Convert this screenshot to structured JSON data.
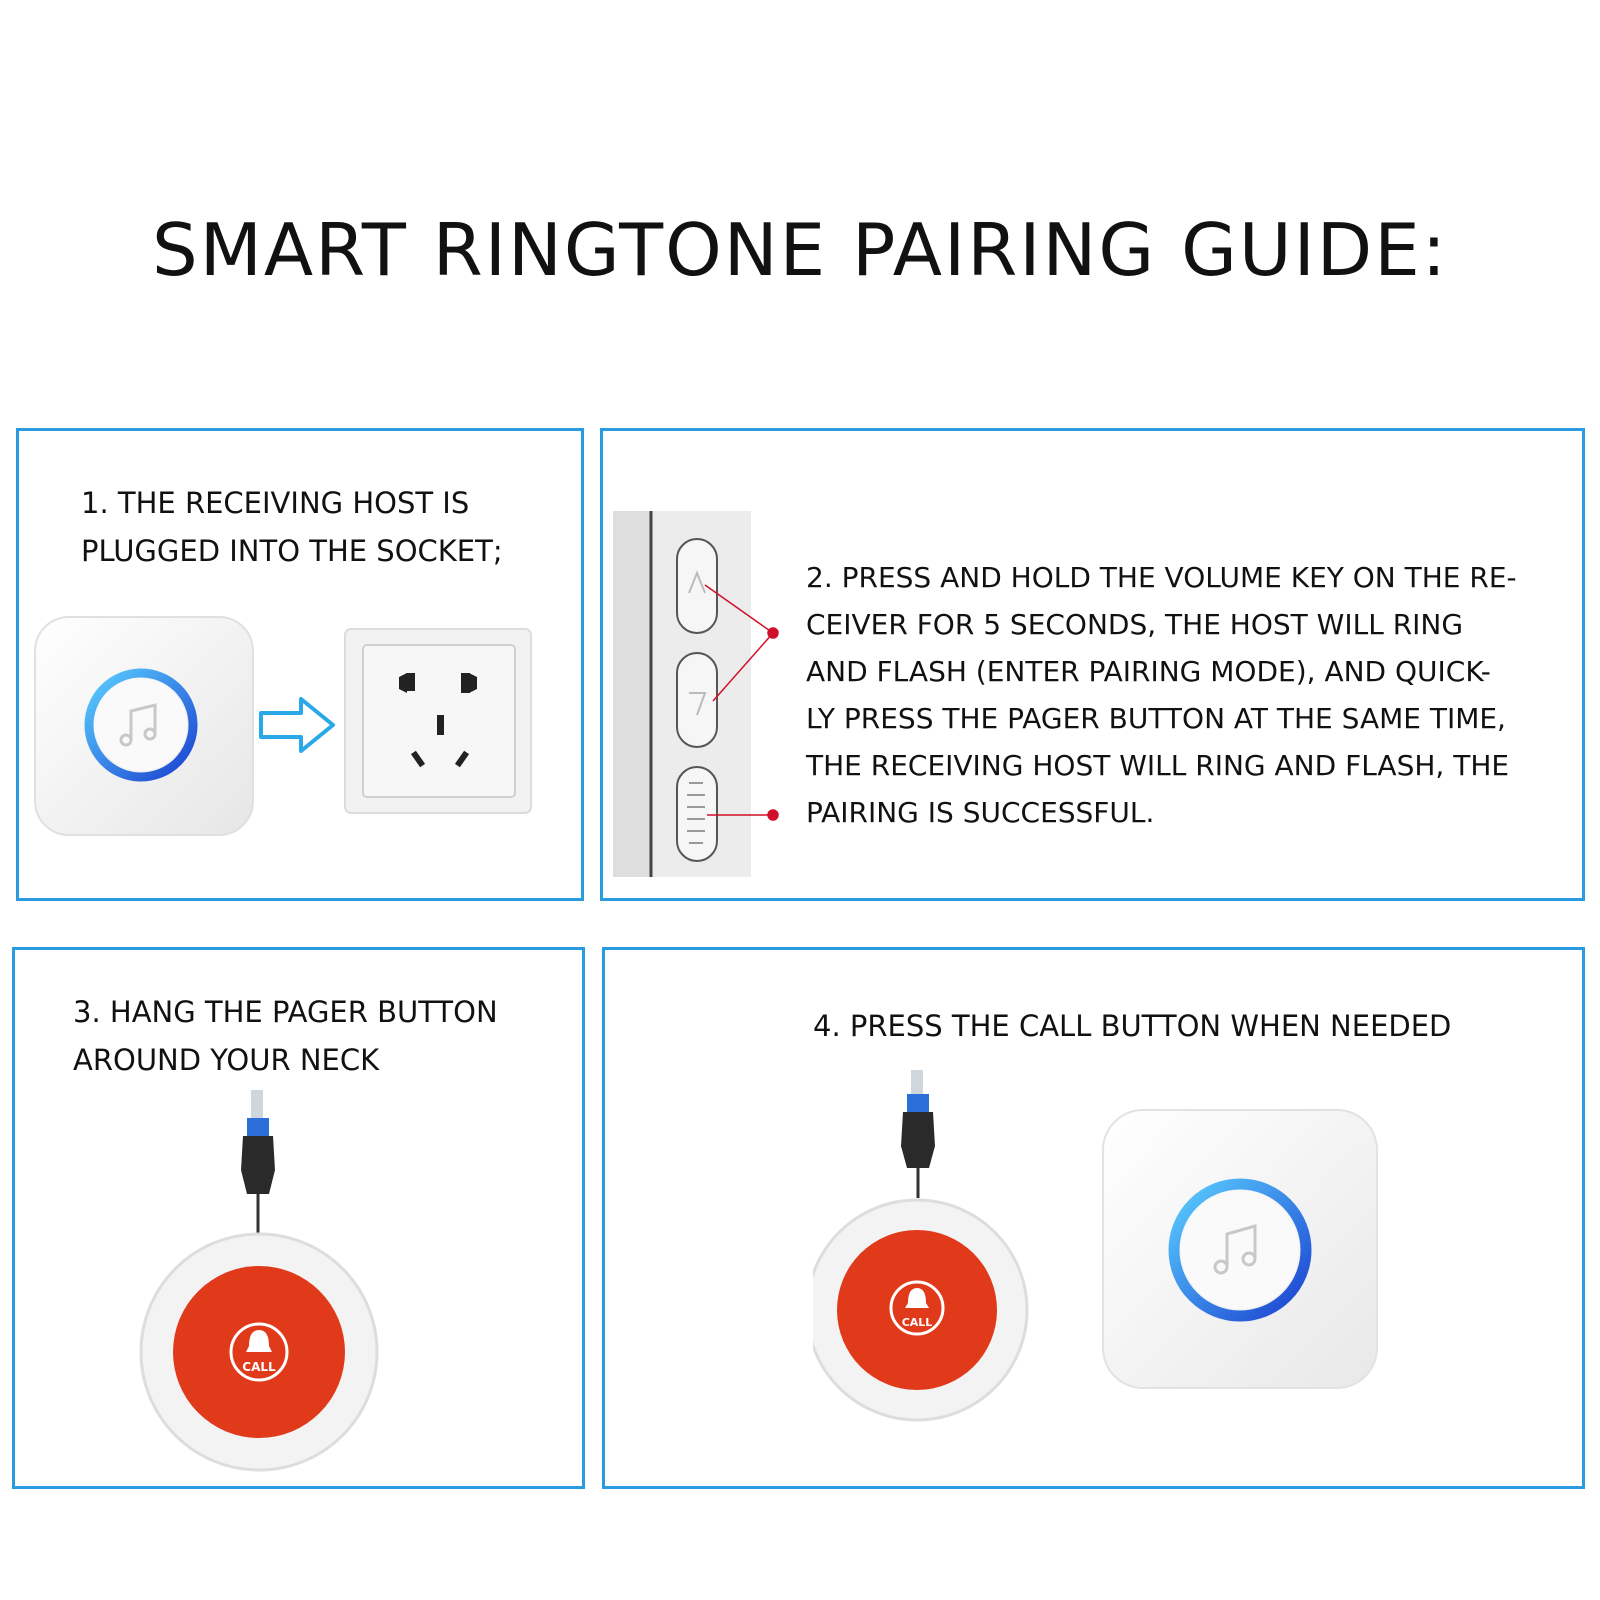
{
  "title": "SMART RINGTONE PAIRING GUIDE:",
  "steps": [
    {
      "text": "1. THE RECEIVING HOST IS\nPLUGGED INTO THE SOCKET;"
    },
    {
      "text": "2. PRESS AND HOLD THE VOLUME KEY ON THE RE-\nCEIVER FOR 5 SECONDS, THE HOST WILL RING\nAND FLASH (ENTER PAIRING MODE), AND QUICK-\nLY PRESS THE PAGER BUTTON AT THE SAME TIME,\nTHE RECEIVING HOST WILL RING AND FLASH, THE\nPAIRING IS SUCCESSFUL."
    },
    {
      "text": "3. HANG THE PAGER BUTTON\nAROUND YOUR NECK"
    },
    {
      "text": "4. PRESS THE CALL BUTTON WHEN NEEDED"
    }
  ],
  "call_label": "CALL",
  "colors": {
    "border": "#2a9be0",
    "ring": "#1a5fe0",
    "button": "#e03a1a",
    "arrow": "#2aa9e8",
    "indicator": "#d0102a"
  },
  "icons": [
    "music-note-icon",
    "arrow-right-icon",
    "wall-socket",
    "bell-icon"
  ]
}
